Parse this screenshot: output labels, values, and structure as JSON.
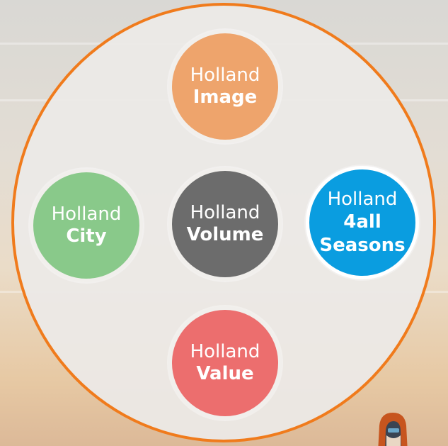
{
  "diagram": {
    "nodes": [
      {
        "id": "image",
        "line1": "Holland",
        "line2": "Image",
        "color": "#eea46c"
      },
      {
        "id": "city",
        "line1": "Holland",
        "line2": "City",
        "color": "#89c98a"
      },
      {
        "id": "volume",
        "line1": "Holland",
        "line2": "Volume",
        "color": "#6c6c6c"
      },
      {
        "id": "seasons",
        "line1": "Holland",
        "line2a": "4all",
        "line2b": "Seasons",
        "color": "#0a9de0"
      },
      {
        "id": "value",
        "line1": "Holland",
        "line2": "Value",
        "color": "#ec6e6e"
      }
    ],
    "outer_ring_color": "#f07b1c"
  }
}
